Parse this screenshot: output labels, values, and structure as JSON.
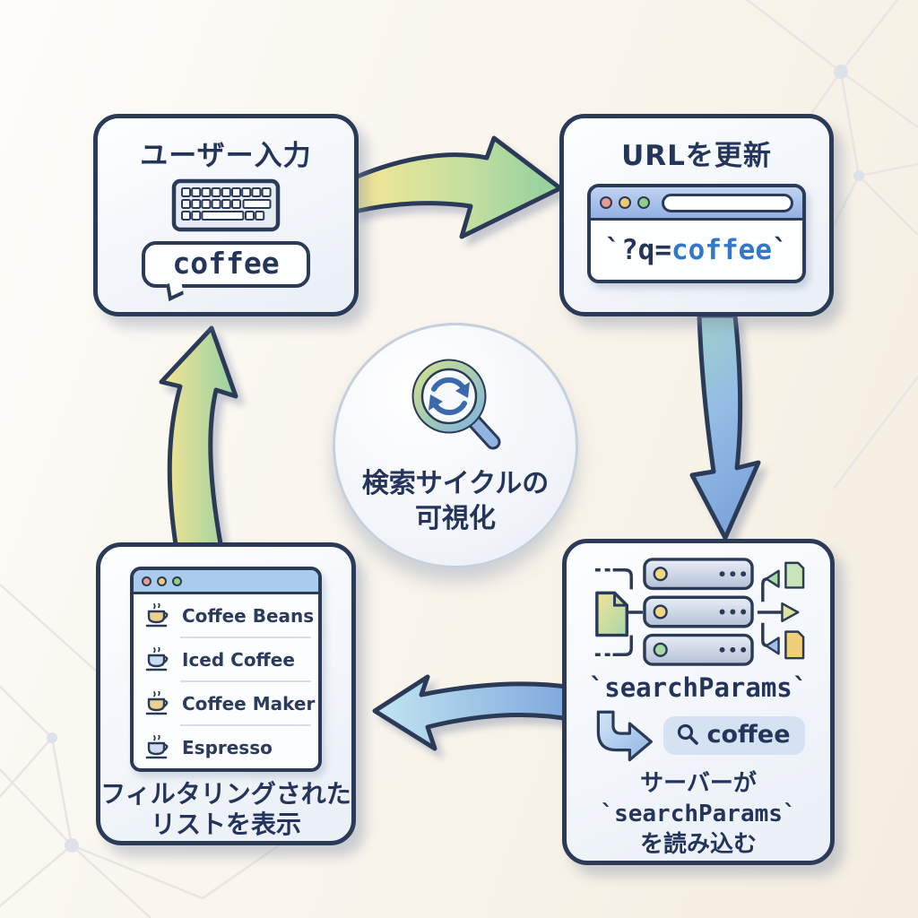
{
  "center": {
    "line1": "検索サイクルの",
    "line2": "可視化"
  },
  "boxes": {
    "user_input": {
      "title": "ユーザー入力",
      "bubble_text": "coffee"
    },
    "url_update": {
      "title": "URLを更新",
      "url_prefix": "`?q=",
      "url_query": "coffee",
      "url_suffix": "`"
    },
    "search_params": {
      "code_label": "`searchParams`",
      "pill_text": "coffee",
      "caption_line1": "サーバーが",
      "caption_line2": "`searchParams`",
      "caption_line3": "を読み込む"
    },
    "filtered_list": {
      "items": [
        {
          "label": "Coffee Beans",
          "cup_color": "#edd08e"
        },
        {
          "label": "Iced Coffee",
          "cup_color": "#cdddef"
        },
        {
          "label": "Coffee Maker",
          "cup_color": "#edd08e"
        },
        {
          "label": "Espresso",
          "cup_color": "#cdddef"
        }
      ],
      "caption_line1": "フィルタリングされた",
      "caption_line2": "リストを表示"
    }
  },
  "icons": {
    "center": "magnifier-refresh-icon",
    "user_input": "keyboard-icon",
    "url_update": "browser-window",
    "search_params": [
      "server-stack-icon",
      "return-arrow-icon",
      "magnifier-icon"
    ],
    "filtered_list": "coffee-cup-icon",
    "background": "network-graph-decoration"
  },
  "palette": {
    "outline_navy": "#2b3a57",
    "text_navy": "#24345a",
    "code_blue": "#3377c9",
    "background_cream": "#f7f2e6",
    "box_fill": "#f1f5fa",
    "arrow_yellow": "#f6e492",
    "arrow_green": "#96d1a3",
    "arrow_teal": "#9fd3c8",
    "arrow_blue": "#7ea6dc",
    "arrow_blue_light": "#c2e6f2",
    "browser_bar_blue": "#a6c2ec",
    "window_bar_blue": "#a9cbee",
    "pill_bg": "#d5e2f1",
    "dot_red": "#e89b94",
    "dot_yellow": "#edcb6f",
    "dot_green": "#92cf84"
  }
}
